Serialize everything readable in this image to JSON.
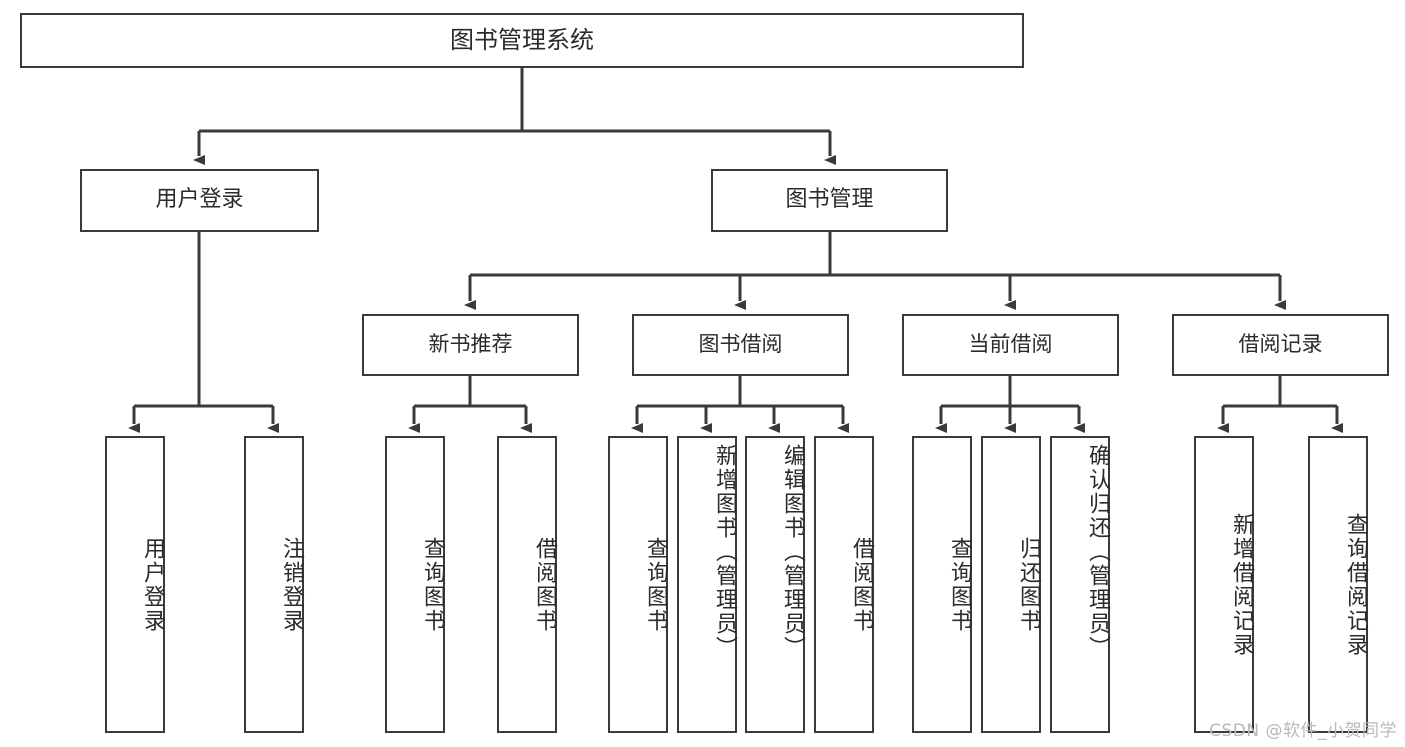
{
  "diagram": {
    "type": "tree-hierarchy-chart",
    "title": "图书管理系统",
    "watermark": "CSDN @软件_小贺同学",
    "stroke_color": "#3a3a3a",
    "fill_color": "#ffffff",
    "text_color": "#2b2b2b",
    "level1": [
      {
        "label": "用户登录"
      },
      {
        "label": "图书管理"
      }
    ],
    "level2": [
      {
        "label": "新书推荐"
      },
      {
        "label": "图书借阅"
      },
      {
        "label": "当前借阅"
      },
      {
        "label": "借阅记录"
      }
    ],
    "leaves": [
      {
        "label": "用户登录",
        "parent": "用户登录"
      },
      {
        "label": "注销登录",
        "parent": "用户登录"
      },
      {
        "label": "查询图书",
        "parent": "新书推荐"
      },
      {
        "label": "借阅图书",
        "parent": "新书推荐"
      },
      {
        "label": "查询图书",
        "parent": "图书借阅"
      },
      {
        "label": "新增图书（管理员）",
        "parent": "图书借阅"
      },
      {
        "label": "编辑图书（管理员）",
        "parent": "图书借阅"
      },
      {
        "label": "借阅图书",
        "parent": "图书借阅"
      },
      {
        "label": "查询图书",
        "parent": "当前借阅"
      },
      {
        "label": "归还图书",
        "parent": "当前借阅"
      },
      {
        "label": "确认归还（管理员）",
        "parent": "当前借阅"
      },
      {
        "label": "新增借阅记录",
        "parent": "借阅记录"
      },
      {
        "label": "查询借阅记录",
        "parent": "借阅记录"
      }
    ]
  }
}
